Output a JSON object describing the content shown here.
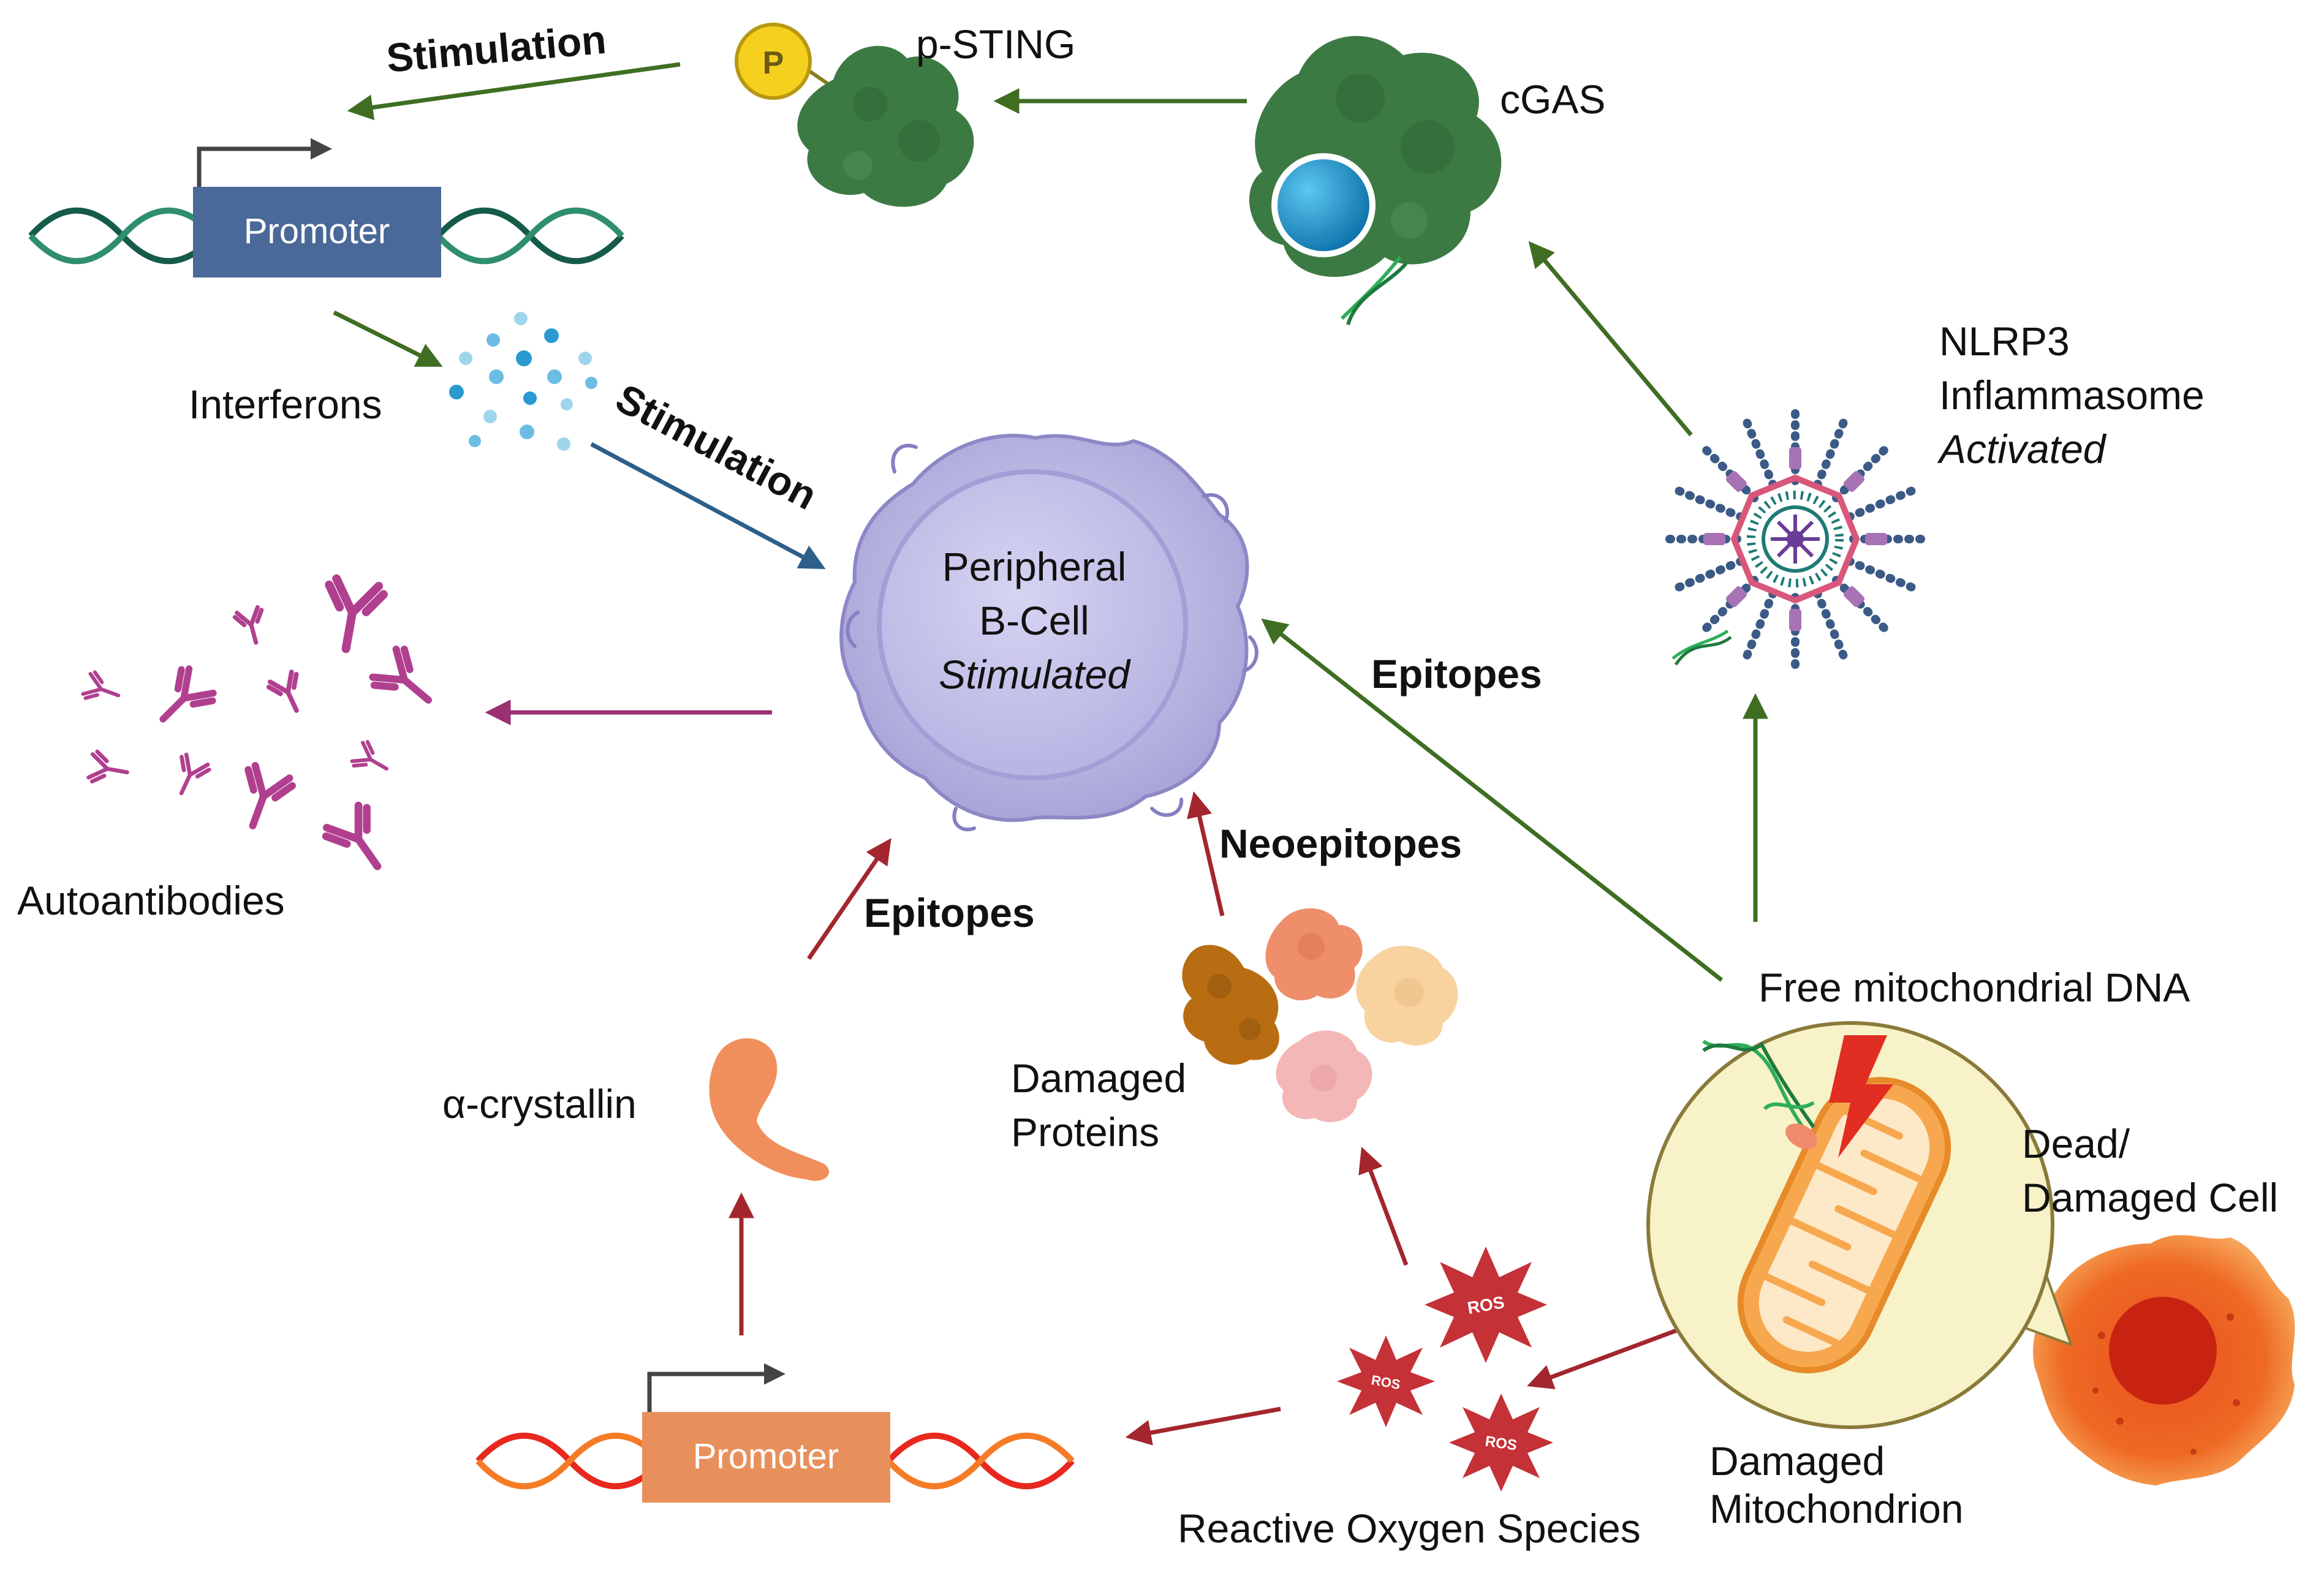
{
  "labels": {
    "stimulation_top": "Stimulation",
    "p": "P",
    "p_sting": "p-STING",
    "cgas": "cGAS",
    "promoter_top": "Promoter",
    "interferons": "Interferons",
    "stimulation_mid": "Stimulation",
    "nlrp3_line1": "NLRP3",
    "nlrp3_line2": "Inflammasome",
    "nlrp3_line3": "Activated",
    "bcell_line1": "Peripheral",
    "bcell_line2": "B-Cell",
    "bcell_line3": "Stimulated",
    "epitopes_right": "Epitopes",
    "autoantibodies": "Autoantibodies",
    "neoepitopes": "Neoepitopes",
    "epitopes_left": "Epitopes",
    "free_mtdna": "Free mitochondrial DNA",
    "dead_line1": "Dead/",
    "dead_line2": "Damaged Cell",
    "damaged_proteins_line1": "Damaged",
    "damaged_proteins_line2": "Proteins",
    "alpha_crystallin": "α-crystallin",
    "promoter_bottom": "Promoter",
    "ros": "ROS",
    "reactive_oxygen_species": "Reactive Oxygen Species",
    "damaged_mito_line1": "Damaged",
    "damaged_mito_line2": "Mitochondrion"
  },
  "colors": {
    "green_arrow": "#3f6e23",
    "blue_arrow": "#2c5f8a",
    "magenta_arrow": "#9a2f72",
    "red_arrow": "#a3262e",
    "promoter_blue": "#4a6898",
    "promoter_orange": "#e8905c",
    "protein_green": "#3c7a43",
    "bcell_lavender": "#c8c6ea",
    "antibody": "#b0408f",
    "ros_red": "#c43136",
    "dead_cell": "#e9501e"
  }
}
